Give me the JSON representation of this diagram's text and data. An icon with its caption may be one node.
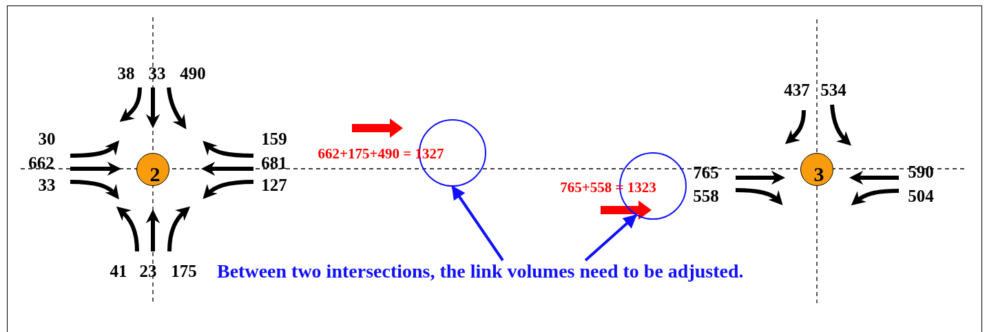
{
  "diagram": {
    "nodes": [
      {
        "text": [
          "2"
        ]
      },
      {
        "text": [],
        "shape": "circle"
      },
      {
        "text": [],
        "shape": "circle"
      },
      {
        "text": [
          "3"
        ]
      },
      {
        "text": [
          "Between two intersections, the link volumes need to be adjusted."
        ]
      }
    ],
    "edges": [
      {
        "from": 4,
        "to": 1,
        "arrow": "to"
      },
      {
        "from": 4,
        "to": 2,
        "arrow": "to"
      }
    ],
    "labels": [
      "38",
      "33",
      "490",
      "437",
      "534",
      "30",
      "159",
      "662",
      "681",
      "662+175+490 = 1327",
      "765",
      "590",
      "33",
      "127",
      "765+558 = 1323",
      "558",
      "504",
      "41",
      "23",
      "175"
    ]
  }
}
